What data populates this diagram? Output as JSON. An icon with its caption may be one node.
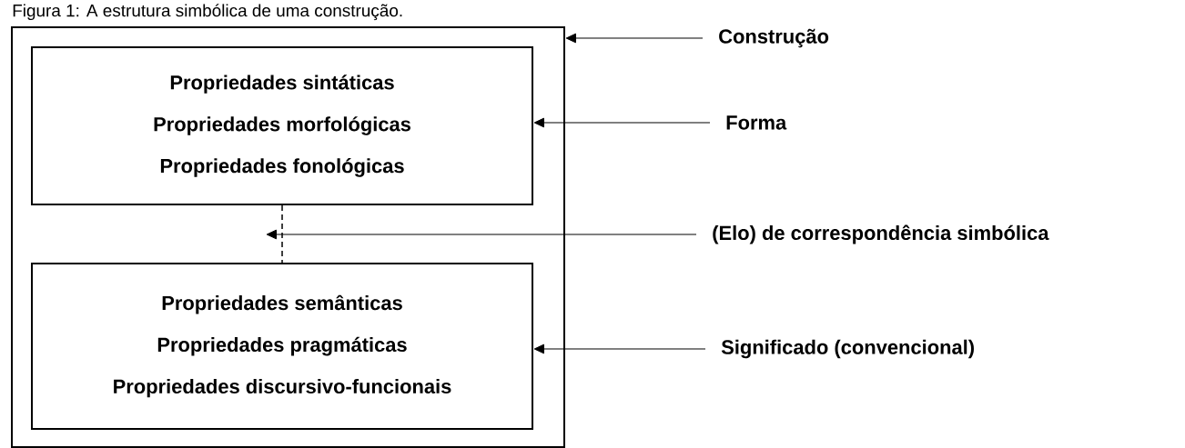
{
  "diagram": {
    "title": "Figura 1: A estrutura simbólica de uma construção.",
    "nodes": [
      {
        "text": [],
        "shape": "box"
      },
      {
        "text": [
          "Propriedades sintáticas",
          "Propriedades morfológicas",
          "Propriedades fonológicas"
        ],
        "in": 0
      },
      {
        "text": [
          "Propriedades semânticas",
          "Propriedades pragmáticas",
          "Propriedades discursivo-funcionais"
        ],
        "in": 0
      },
      {
        "text": [
          "Construção"
        ]
      },
      {
        "text": [
          "Forma"
        ]
      },
      {
        "text": [
          "(Elo) de correspondência simbólica"
        ]
      },
      {
        "text": [
          "Significado (convencional)"
        ]
      }
    ],
    "edges": [
      {
        "from": 3,
        "to": 0,
        "arrow": "to"
      },
      {
        "from": 4,
        "to": 1,
        "arrow": "to"
      },
      {
        "from": 5,
        "to": null,
        "arrow": "to"
      },
      {
        "from": 6,
        "to": 2,
        "arrow": "to"
      },
      {
        "from": 1,
        "to": 2,
        "arrow": "none",
        "style": "dashed"
      }
    ]
  }
}
